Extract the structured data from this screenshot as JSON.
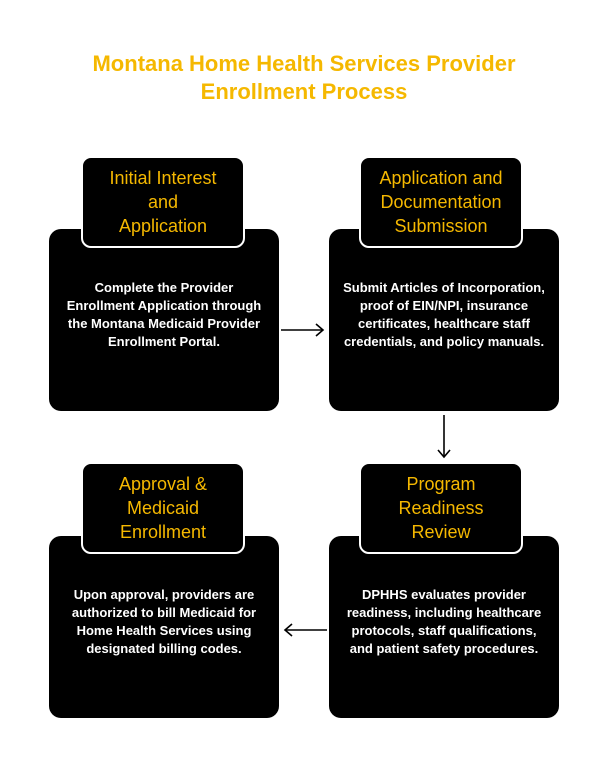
{
  "title": {
    "line1": "Montana Home Health Services Provider",
    "line2": "Enrollment Process"
  },
  "colors": {
    "accent": "#f5b800",
    "card": "#000000",
    "text": "#ffffff"
  },
  "steps": [
    {
      "title_lines": [
        "Initial Interest",
        "and",
        "Application"
      ],
      "description": "Complete the Provider Enrollment Application through the Montana Medicaid Provider Enrollment Portal."
    },
    {
      "title_lines": [
        "Application and",
        "Documentation",
        "Submission"
      ],
      "description": "Submit Articles of Incorporation, proof of EIN/NPI, insurance certificates, healthcare staff credentials, and policy manuals."
    },
    {
      "title_lines": [
        "Program",
        "Readiness",
        "Review"
      ],
      "description": "DPHHS evaluates provider readiness, including healthcare protocols, staff qualifications, and patient safety procedures."
    },
    {
      "title_lines": [
        "Approval &",
        "Medicaid",
        "Enrollment"
      ],
      "description": "Upon approval, providers are authorized to bill Medicaid for Home Health Services using designated billing codes."
    }
  ]
}
